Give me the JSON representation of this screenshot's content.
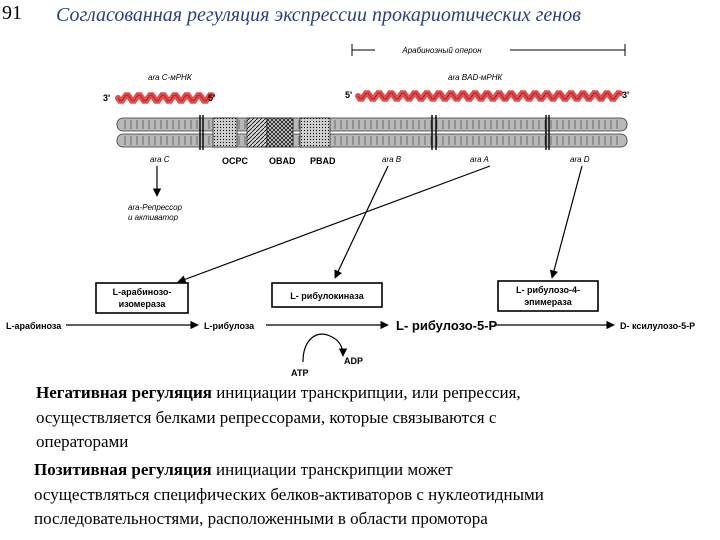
{
  "slide": {
    "number": "91",
    "title": "Согласованная регуляция экспрессии прокариотических генов"
  },
  "diagram": {
    "operon_label": "Арабинозный оперон",
    "mrna_c_label": "ara C-мРНК",
    "mrna_bad_label": "ara BAD-мРНК",
    "end_3_left": "3'",
    "end_5_left": "5'",
    "end_5_right": "5'",
    "end_3_right": "3'",
    "gene_c": "ara C",
    "site_ocpc": "OCPC",
    "site_obad": "OBAD",
    "site_pbad": "PBAD",
    "gene_b": "ara B",
    "gene_a": "ara A",
    "gene_d": "ara D",
    "repressor_label_1": "ara-Репрессор",
    "repressor_label_2": "и активатор",
    "enzyme_isomerase_1": "L-арабинозо-",
    "enzyme_isomerase_2": "изомераза",
    "enzyme_kinase": "L- рибулокиназа",
    "enzyme_epimerase_1": "L- рибулозо-4-",
    "enzyme_epimerase_2": "эпимераза",
    "substrate_arabinose": "L-арабиноза",
    "substrate_ribulose": "L-рибулоза",
    "substrate_ribulose5p": "L- рибулозо-5-P",
    "substrate_xylulose5p": "D- ксилулозо-5-P",
    "atp": "АТР",
    "adp": "ADP"
  },
  "text": {
    "para1_bold": "Негативная регуляция",
    "para1_line1_rest": " инициации транскрипции, или репрессия,",
    "para1_line2": "осуществляется белками репрессорами, которые связываются с",
    "para1_line3": "операторами",
    "para2_bold": "Позитивная регуляция",
    "para2_line1_rest": " инициации транскрипции может",
    "para2_line2": "осуществляться специфических белков-активаторов с нуклеотидными",
    "para2_line3": "последовательностями, расположенными в области промотора"
  },
  "colors": {
    "title": "#2c3f86",
    "mrna": "#e64a4a",
    "dna": "#b8b8b8"
  }
}
